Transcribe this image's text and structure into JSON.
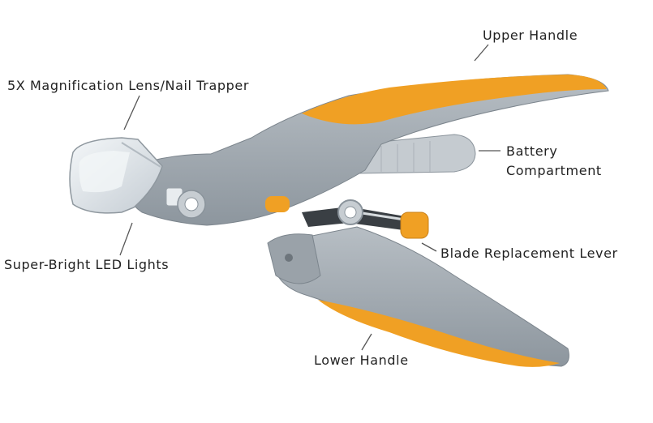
{
  "labels": {
    "upper_handle": "Upper Handle",
    "lens": "5X Magnification Lens/Nail Trapper",
    "battery_line1": "Battery",
    "battery_line2": "Compartment",
    "led": "Super-Bright LED Lights",
    "blade_lever": "Blade Replacement Lever",
    "lower_handle": "Lower Handle"
  },
  "colors": {
    "body_gray": "#a4acb3",
    "body_dark": "#8a939b",
    "accent_orange": "#f0a024",
    "lens_clear": "#dfe5ea",
    "line": "#555555",
    "text": "#222222"
  }
}
